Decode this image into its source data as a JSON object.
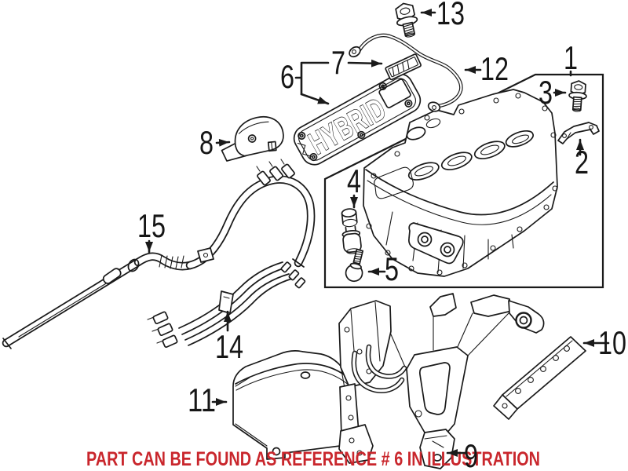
{
  "illustration": {
    "background": "#ffffff",
    "line_color": "#1a1a1a",
    "embossed_text": "HYBRID",
    "caption": {
      "text": "PART CAN BE FOUND AS REFERENCE # 6 IN ILLUSTRATION",
      "color": "#c9262c"
    },
    "callouts": [
      {
        "label": "1"
      },
      {
        "label": "2"
      },
      {
        "label": "3"
      },
      {
        "label": "4"
      },
      {
        "label": "5"
      },
      {
        "label": "6"
      },
      {
        "label": "7"
      },
      {
        "label": "8"
      },
      {
        "label": "9"
      },
      {
        "label": "10"
      },
      {
        "label": "11"
      },
      {
        "label": "12"
      },
      {
        "label": "13"
      },
      {
        "label": "14"
      },
      {
        "label": "15"
      }
    ]
  }
}
